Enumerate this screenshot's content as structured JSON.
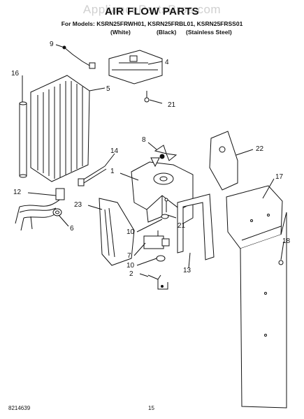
{
  "watermark": "AppliancePartsPros.com",
  "title": "AIR FLOW PARTS",
  "models_line": "For Models: KSRN25FRWH01, KSRN25FRBL01, KSRN25FRSS01",
  "variants": [
    "(White)",
    "(Black)",
    "(Stainless Steel)"
  ],
  "callouts": [
    "9",
    "4",
    "16",
    "5",
    "21",
    "8",
    "14",
    "22",
    "1",
    "17",
    "12",
    "23",
    "6",
    "21",
    "10",
    "18",
    "7",
    "10",
    "13",
    "2"
  ],
  "footer": {
    "doc_number": "8214639",
    "page_number": "15"
  }
}
